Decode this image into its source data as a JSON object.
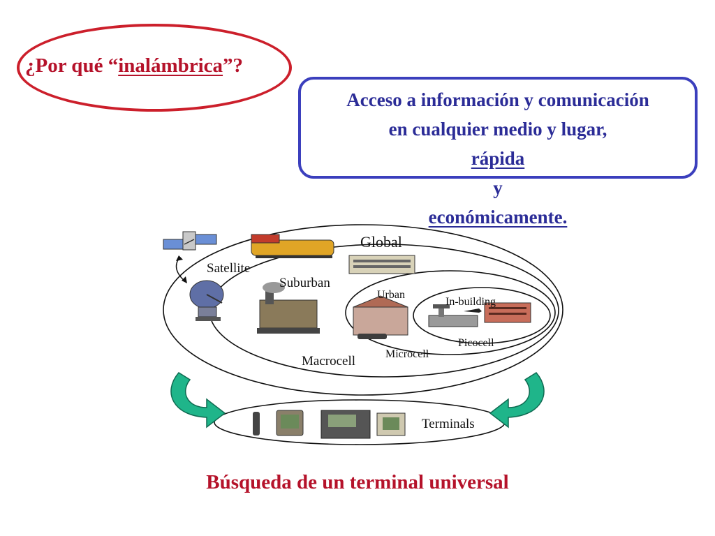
{
  "question": {
    "before": "¿Por qué “",
    "keyword": "inalámbrica",
    "after": "”?"
  },
  "access": {
    "line1": "Acceso a información y comunicación",
    "line2_before": "en cualquier medio y lugar, ",
    "line2_link": "rápida",
    "line3_before": "y ",
    "line3_link": "económicamente."
  },
  "diagram": {
    "global_label": "Global",
    "satellite_label": "Satellite",
    "suburban_label": "Suburban",
    "urban_label": "Urban",
    "inbuilding_label": "In-building",
    "picocell_label": "Picocell",
    "microcell_label": "Microcell",
    "macrocell_label": "Macrocell",
    "terminals_label": "Terminals"
  },
  "bottom_title": "Búsqueda de un terminal universal",
  "colors": {
    "title_red": "#b5122a",
    "box_blue": "#3b3fbd",
    "arrow_green": "#1fb58a"
  }
}
